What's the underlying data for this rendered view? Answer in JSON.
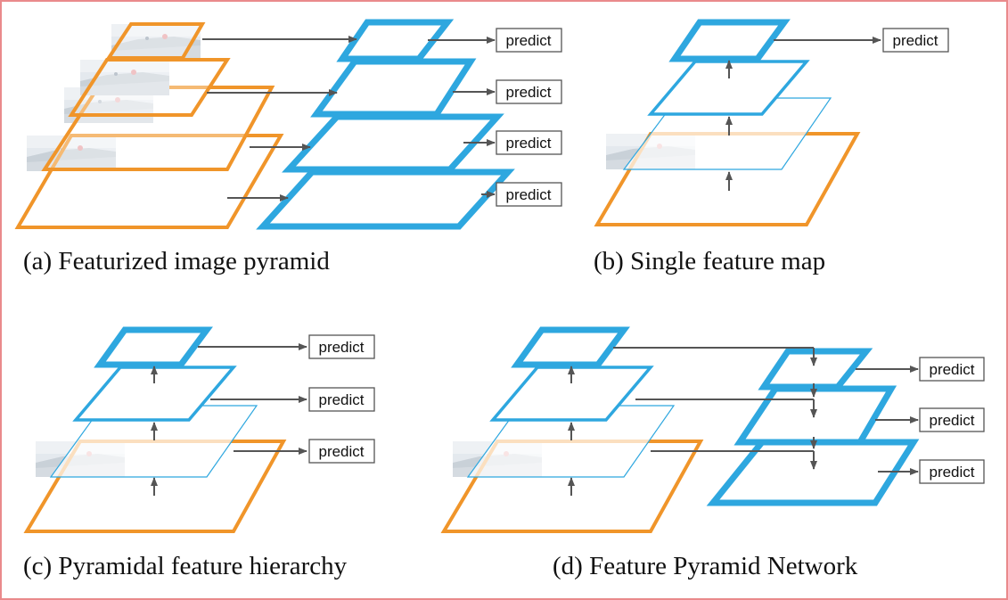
{
  "colors": {
    "border": "#ea8a8c",
    "feature_map": "#2ea7df",
    "image_layer": "#f0952a",
    "arrow": "#555555",
    "photo_tint": "#dde3e8"
  },
  "icons": {
    "boat_photo": "boat-photo-image"
  },
  "predict_label": "predict",
  "panels": {
    "a": {
      "caption": "(a) Featurized image pyramid"
    },
    "b": {
      "caption": "(b) Single feature map"
    },
    "c": {
      "caption": "(c) Pyramidal feature hierarchy"
    },
    "d": {
      "caption": "(d) Feature Pyramid Network"
    }
  }
}
